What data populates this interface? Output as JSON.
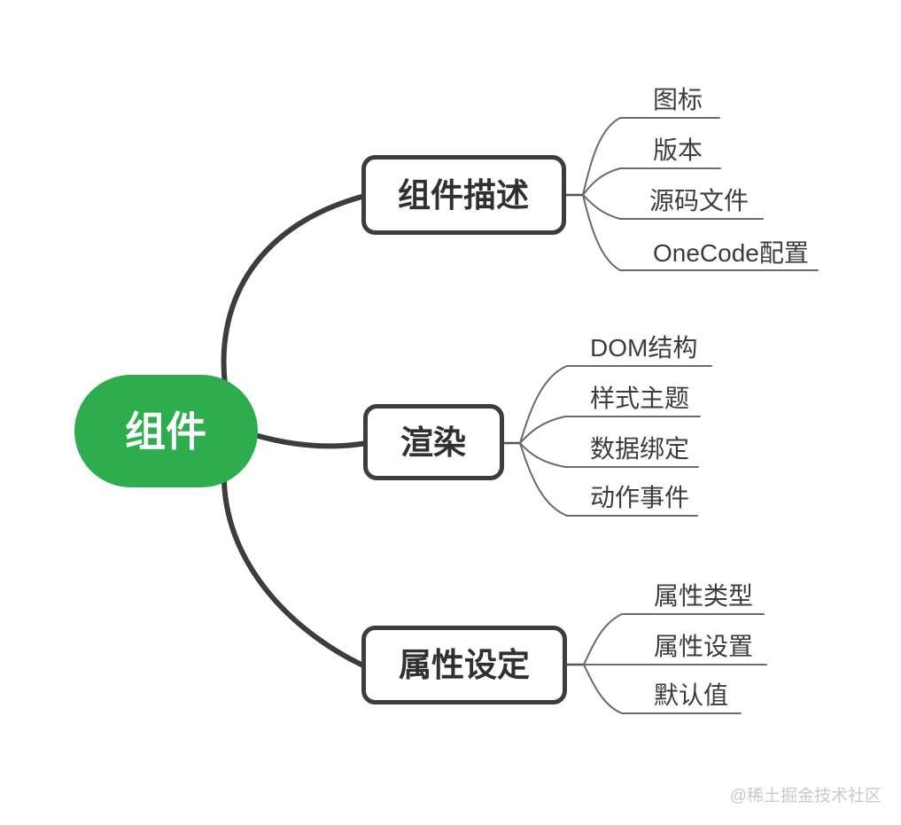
{
  "diagram": {
    "type": "mindmap",
    "root": {
      "label": "组件"
    },
    "branches": [
      {
        "label": "组件描述",
        "children": [
          "图标",
          "版本",
          "源码文件",
          "OneCode配置"
        ]
      },
      {
        "label": "渲染",
        "children": [
          "DOM结构",
          "样式主题",
          "数据绑定",
          "动作事件"
        ]
      },
      {
        "label": "属性设定",
        "children": [
          "属性类型",
          "属性设置",
          "默认值"
        ]
      }
    ]
  },
  "watermark": "@稀土掘金技术社区",
  "colors": {
    "root_fill": "#2ead4e",
    "root_text": "#ffffff",
    "node_border": "#3d3d3d",
    "node_text": "#303030",
    "child_text": "#3c3c3c",
    "thin_line": "#6a6a6a",
    "watermark": "#c9c9c9",
    "background": "#ffffff"
  }
}
